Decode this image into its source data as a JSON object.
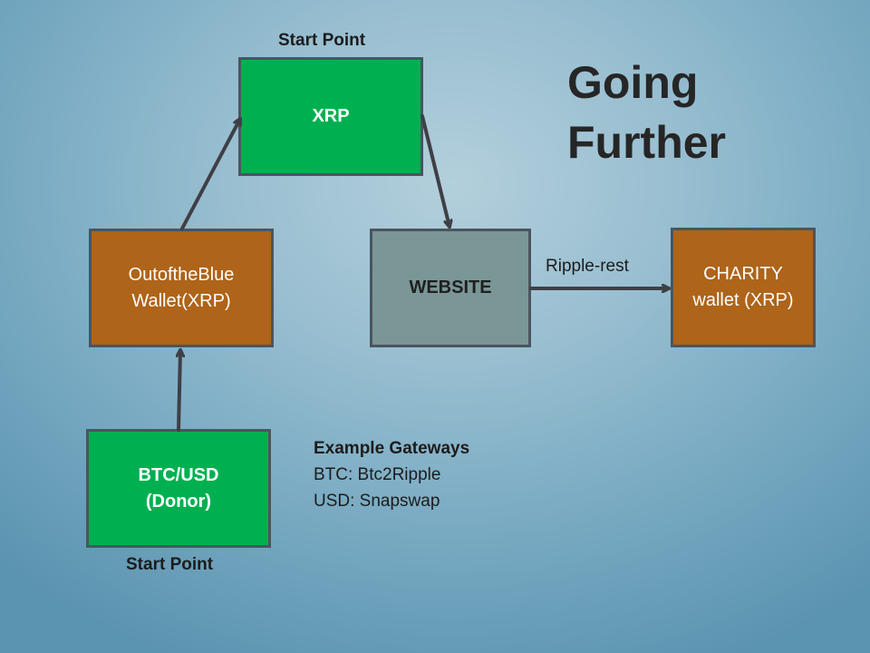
{
  "title": {
    "line1": "Going",
    "line2": "Further"
  },
  "nodes": {
    "xrp": {
      "label": "XRP",
      "caption": "Start Point"
    },
    "outoftheblue": {
      "line1": "OutoftheBlue",
      "line2": "Wallet(XRP)"
    },
    "website": {
      "label": "WEBSITE"
    },
    "charity": {
      "line1": "CHARITY",
      "line2": "wallet (XRP)"
    },
    "donor": {
      "line1": "BTC/USD",
      "line2": "(Donor)",
      "caption": "Start Point"
    }
  },
  "edges": {
    "website_to_charity": {
      "label": "Ripple-rest"
    }
  },
  "gateways": {
    "heading": "Example Gateways",
    "items": [
      "BTC: Btc2Ripple",
      "USD: Snapswap"
    ]
  },
  "colors": {
    "green_box": "#00b050",
    "brown_box": "#ae6419",
    "gray_box": "#7a9696",
    "border": "#4a5560",
    "arrow": "#3f3f46"
  }
}
